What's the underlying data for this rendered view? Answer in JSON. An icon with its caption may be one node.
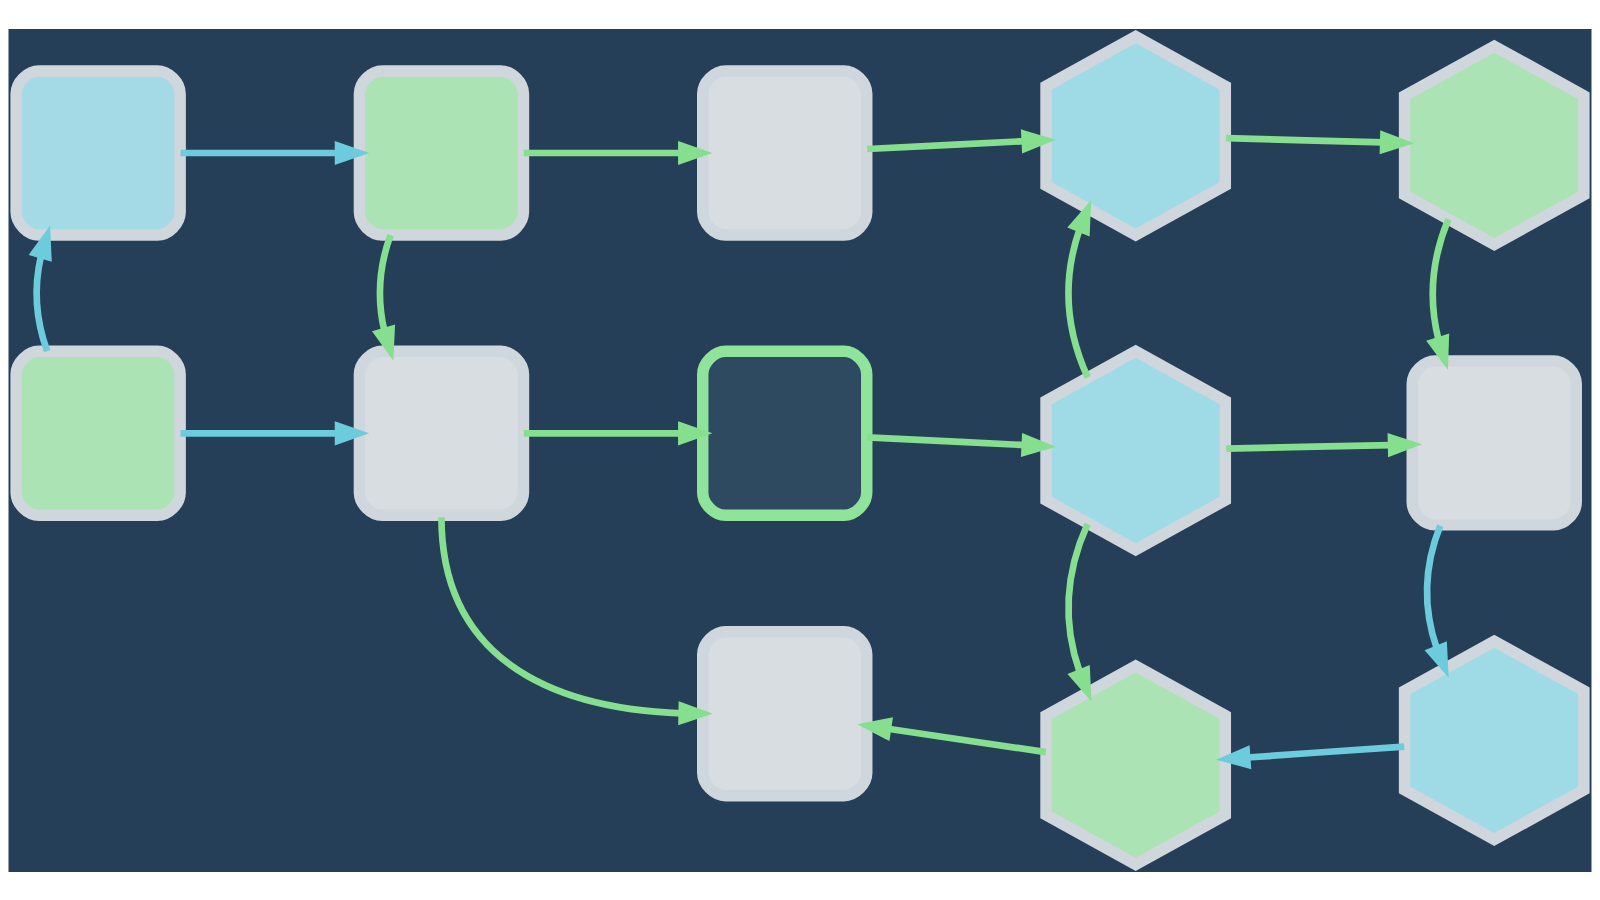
{
  "diagram": {
    "nodes": [
      {
        "text": [],
        "shape": "box"
      },
      {
        "text": [],
        "shape": "box"
      },
      {
        "text": [],
        "shape": "box"
      },
      {
        "text": [],
        "shape": "hexagon"
      },
      {
        "text": [],
        "shape": "hexagon"
      },
      {
        "text": [],
        "shape": "box"
      },
      {
        "text": [],
        "shape": "box"
      },
      {
        "text": [],
        "shape": "box"
      },
      {
        "text": [],
        "shape": "hexagon"
      },
      {
        "text": [],
        "shape": "box"
      },
      {
        "text": [],
        "shape": "box"
      },
      {
        "text": [],
        "shape": "hexagon"
      },
      {
        "text": [],
        "shape": "hexagon"
      }
    ],
    "edges": [
      {
        "from": 5,
        "to": 0,
        "arrow": "to",
        "color": "#6ccbdc"
      },
      {
        "from": 0,
        "to": 1,
        "arrow": "to",
        "color": "#6ccbdc"
      },
      {
        "from": 1,
        "to": 2,
        "arrow": "to"
      },
      {
        "from": 2,
        "to": 3,
        "arrow": "to"
      },
      {
        "from": 3,
        "to": 4,
        "arrow": "to"
      },
      {
        "from": 1,
        "to": 6,
        "arrow": "to"
      },
      {
        "from": 4,
        "to": 9,
        "arrow": "to"
      },
      {
        "from": 5,
        "to": 6,
        "arrow": "to",
        "color": "#6ccbdc"
      },
      {
        "from": 6,
        "to": 7,
        "arrow": "to"
      },
      {
        "from": 7,
        "to": 8,
        "arrow": "to"
      },
      {
        "from": 8,
        "to": 3,
        "arrow": "to"
      },
      {
        "from": 8,
        "to": 9,
        "arrow": "to"
      },
      {
        "from": 6,
        "to": 10,
        "arrow": "to"
      },
      {
        "from": 8,
        "to": 11,
        "arrow": "to"
      },
      {
        "from": 9,
        "to": 12,
        "arrow": "to",
        "color": "#6ccbdc"
      },
      {
        "from": 12,
        "to": 11,
        "arrow": "to",
        "color": "#6ccbdc"
      },
      {
        "from": 11,
        "to": 10,
        "arrow": "to"
      }
    ]
  }
}
